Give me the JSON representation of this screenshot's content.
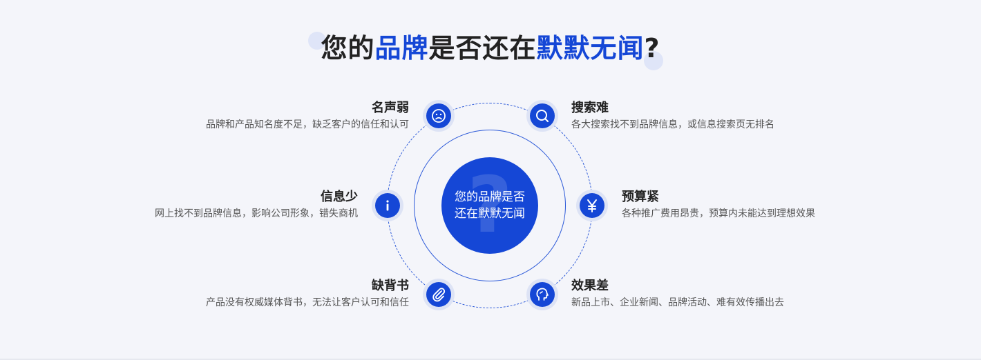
{
  "title": {
    "part1": "您的",
    "part2": "品牌",
    "part3": "是否还在",
    "part4": "默默无闻",
    "part5": "?"
  },
  "center": {
    "line1": "您的品牌是否",
    "line2": "还在默默无闻",
    "mark": "?"
  },
  "items": [
    {
      "side": "left",
      "heading": "名声弱",
      "desc": "品牌和产品知名度不足，缺乏客户的信任和认可",
      "icon": "sad-face-icon"
    },
    {
      "side": "right",
      "heading": "搜索难",
      "desc": "各大搜索找不到品牌信息，或信息搜索页无排名",
      "icon": "search-icon"
    },
    {
      "side": "left",
      "heading": "信息少",
      "desc": "网上找不到品牌信息，影响公司形象，错失商机",
      "icon": "info-icon"
    },
    {
      "side": "right",
      "heading": "预算紧",
      "desc": "各种推广费用昂贵，预算内未能达到理想效果",
      "icon": "yen-icon"
    },
    {
      "side": "left",
      "heading": "缺背书",
      "desc": "产品没有权威媒体背书，无法让客户认可和信任",
      "icon": "paperclip-icon"
    },
    {
      "side": "right",
      "heading": "效果差",
      "desc": "新品上市、企业新闻、品牌活动、难有效传播出去",
      "icon": "speaking-head-icon"
    }
  ],
  "colors": {
    "accent": "#1547d6",
    "background": "#f4f5fa",
    "heading": "#222222",
    "body": "#555555"
  }
}
